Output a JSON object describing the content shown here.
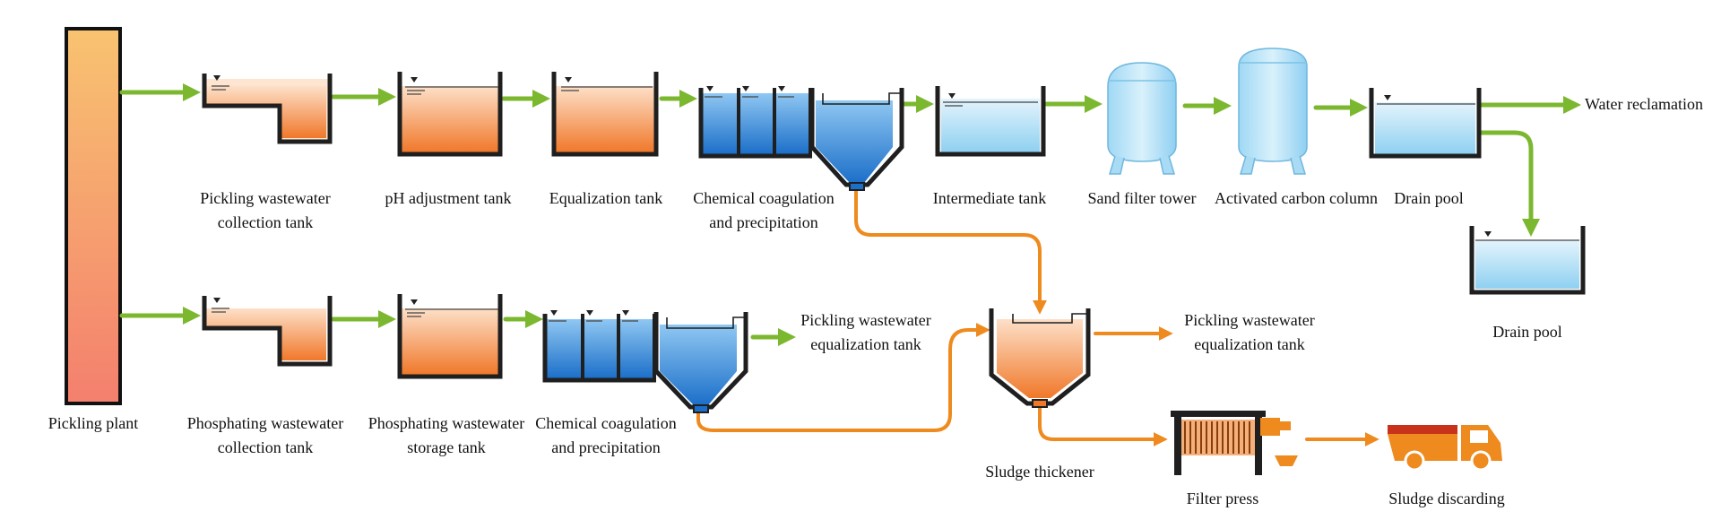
{
  "labels": {
    "pickling_plant": "Pickling plant",
    "pickling_collection_1": "Pickling wastewater",
    "pickling_collection_2": "collection tank",
    "ph_adjustment": "pH adjustment tank",
    "equalization": "Equalization tank",
    "coag_top_1": "Chemical coagulation",
    "coag_top_2": "and precipitation",
    "intermediate": "Intermediate tank",
    "sand_filter": "Sand filter tower",
    "activated_carbon": "Activated carbon column",
    "drain_pool_top": "Drain pool",
    "water_reclamation": "Water reclamation",
    "drain_pool_right": "Drain pool",
    "phosphating_collection_1": "Phosphating wastewater",
    "phosphating_collection_2": "collection tank",
    "phosphating_storage_1": "Phosphating wastewater",
    "phosphating_storage_2": "storage tank",
    "coag_bottom_1": "Chemical coagulation",
    "coag_bottom_2": "and precipitation",
    "pickling_eq_a_1": "Pickling wastewater",
    "pickling_eq_a_2": "equalization tank",
    "pickling_eq_b_1": "Pickling wastewater",
    "pickling_eq_b_2": "equalization tank",
    "sludge_thickener": "Sludge thickener",
    "filter_press": "Filter press",
    "sludge_discarding": "Sludge discarding"
  },
  "colors": {
    "water_flow": "#7cb82f",
    "sludge_flow": "#ee8a1e",
    "orange_liquid": "#f08a3a",
    "blue_liquid": "#2d86d8",
    "light_blue": "#bfe4f7"
  }
}
